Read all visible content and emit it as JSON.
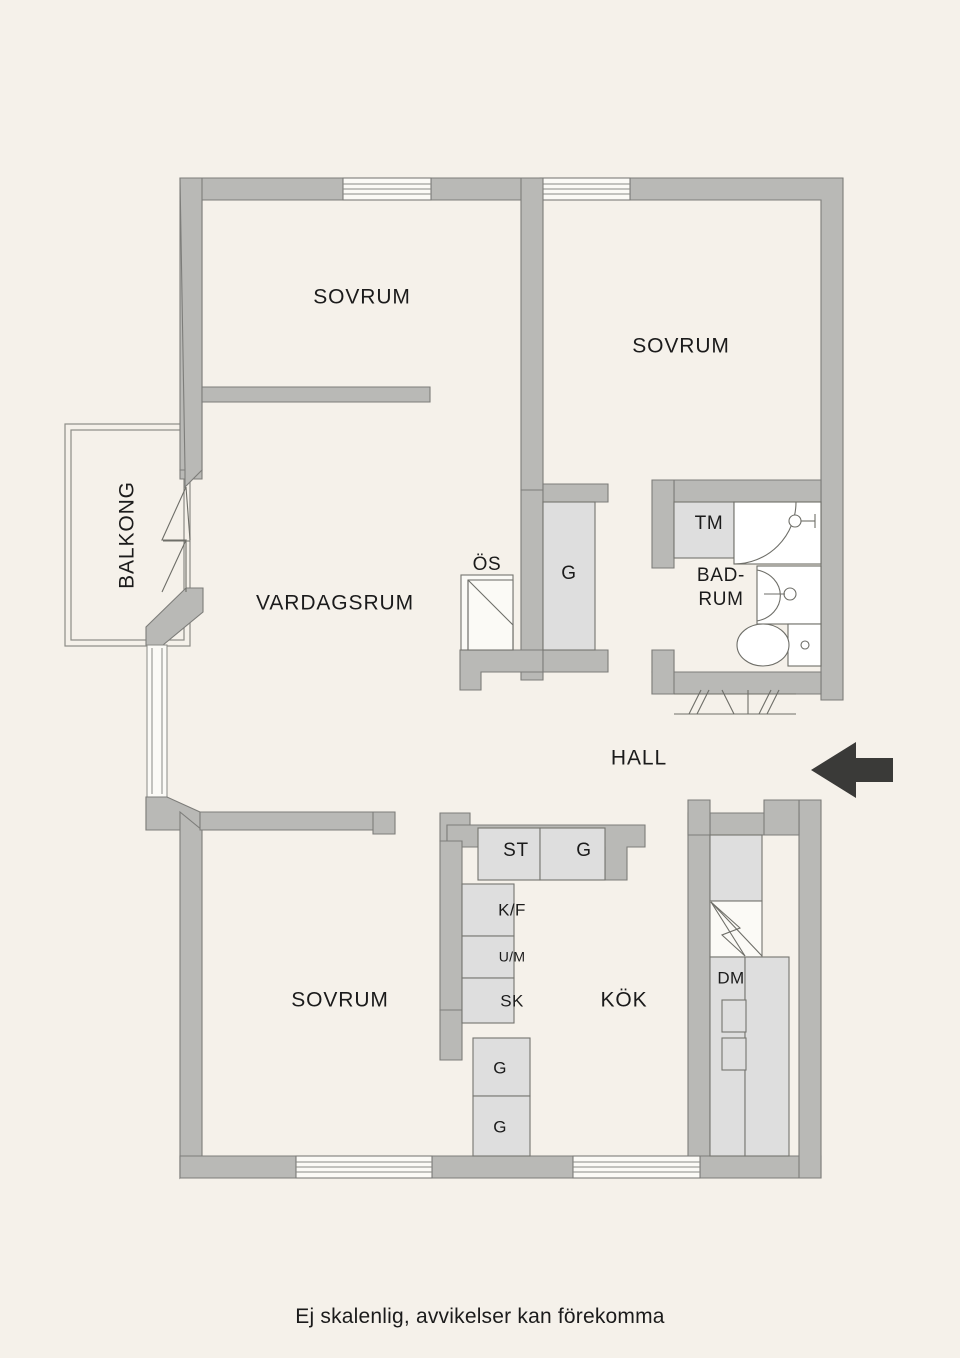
{
  "document": {
    "type": "floor-plan",
    "caption": "Ej skalenlig, avvikelser kan förekomma",
    "background_color": "#f5f1ea",
    "wall_color": "#b9b9b6",
    "wall_stroke_color": "#7d7d7a",
    "cabinet_color": "#dedede",
    "fixture_color": "#ffffff",
    "entrance_arrow_color": "#3a3a38",
    "text_color": "#1b1b1b"
  },
  "rooms": [
    {
      "id": "sovrum-top-left",
      "label": "SOVRUM",
      "size": "lg"
    },
    {
      "id": "sovrum-top-right",
      "label": "SOVRUM",
      "size": "lg"
    },
    {
      "id": "vardagsrum",
      "label": "VARDAGSRUM",
      "size": "lg"
    },
    {
      "id": "balkong",
      "label": "BALKONG",
      "size": "lg"
    },
    {
      "id": "hall",
      "label": "HALL",
      "size": "lg"
    },
    {
      "id": "badrum",
      "label": "BAD-",
      "label2": "RUM",
      "size": "md"
    },
    {
      "id": "kok",
      "label": "KÖK",
      "size": "lg"
    },
    {
      "id": "sovrum-bottom",
      "label": "SOVRUM",
      "size": "lg"
    }
  ],
  "storage": [
    {
      "id": "os",
      "label": "ÖS",
      "size": "md"
    },
    {
      "id": "g-hall",
      "label": "G",
      "size": "md"
    },
    {
      "id": "tm",
      "label": "TM",
      "size": "md"
    },
    {
      "id": "st",
      "label": "ST",
      "size": "md"
    },
    {
      "id": "g-kitchen",
      "label": "G",
      "size": "md"
    },
    {
      "id": "kf",
      "label": "K/F",
      "size": "sm"
    },
    {
      "id": "um",
      "label": "U/M",
      "size": "xs"
    },
    {
      "id": "sk",
      "label": "SK",
      "size": "xs"
    },
    {
      "id": "g-lower-1",
      "label": "G",
      "size": "sm"
    },
    {
      "id": "g-lower-2",
      "label": "G",
      "size": "sm"
    },
    {
      "id": "dm",
      "label": "DM",
      "size": "sm"
    }
  ],
  "entrance": {
    "name": "entrance-arrow",
    "direction": "left"
  }
}
